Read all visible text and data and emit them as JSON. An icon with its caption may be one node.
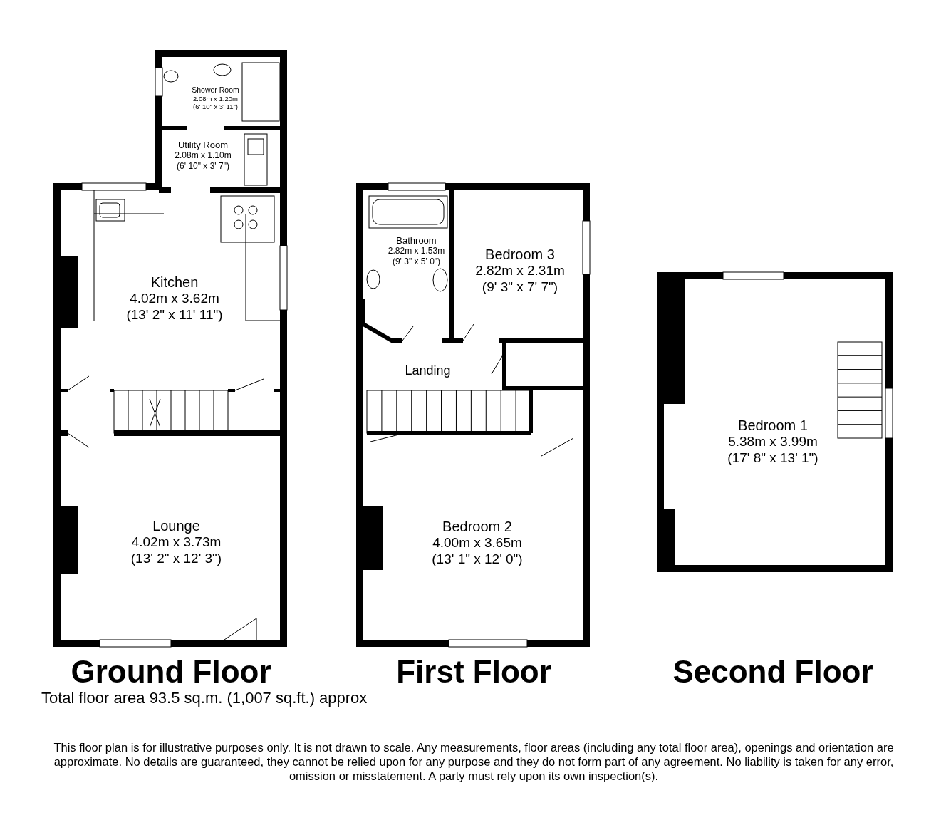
{
  "diagram": {
    "nodes": [
      {
        "text": [
          "Ground Floor"
        ]
      },
      {
        "text": [
          "Shower Room",
          "2.08m x 1.20m",
          "(6' 10\" x 3' 11\")"
        ],
        "in": 0
      },
      {
        "text": [
          "Utility Room",
          "2.08m x 1.10m",
          "(6' 10\" x 3' 7\")"
        ],
        "in": 0
      },
      {
        "text": [
          "Kitchen",
          "4.02m x 3.62m",
          "(13' 2\" x 11' 11\")"
        ],
        "in": 0
      },
      {
        "text": [
          "Lounge",
          "4.02m x 3.73m",
          "(13' 2\" x 12' 3\")"
        ],
        "in": 0
      },
      {
        "text": [
          "First Floor"
        ]
      },
      {
        "text": [
          "Bathroom",
          "2.82m x 1.53m",
          "(9' 3\" x 5' 0\")"
        ],
        "in": 5
      },
      {
        "text": [
          "Bedroom 3",
          "2.82m x 2.31m",
          "(9' 3\" x 7' 7\")"
        ],
        "in": 5
      },
      {
        "text": [
          "Landing"
        ],
        "in": 5
      },
      {
        "text": [
          "Bedroom 2",
          "4.00m x 3.65m",
          "(13' 1\" x 12' 0\")"
        ],
        "in": 5
      },
      {
        "text": [
          "Second Floor"
        ]
      },
      {
        "text": [
          "Bedroom 1",
          "5.38m x 3.99m",
          "(17' 8\" x 13' 1\")"
        ],
        "in": 10
      }
    ],
    "labels": [
      "Total floor area 93.5 sq.m. (1,007 sq.ft.) approx",
      "This floor plan is for illustrative purposes only. It is not drawn to scale. Any measurements, floor areas (including any total floor area), openings and orientation are approximate. No details are guaranteed, they cannot be relied upon for any purpose and they do not form part of any agreement. No liability is taken for any error, omission or misstatement. A party must rely upon its own inspection(s)."
    ]
  }
}
